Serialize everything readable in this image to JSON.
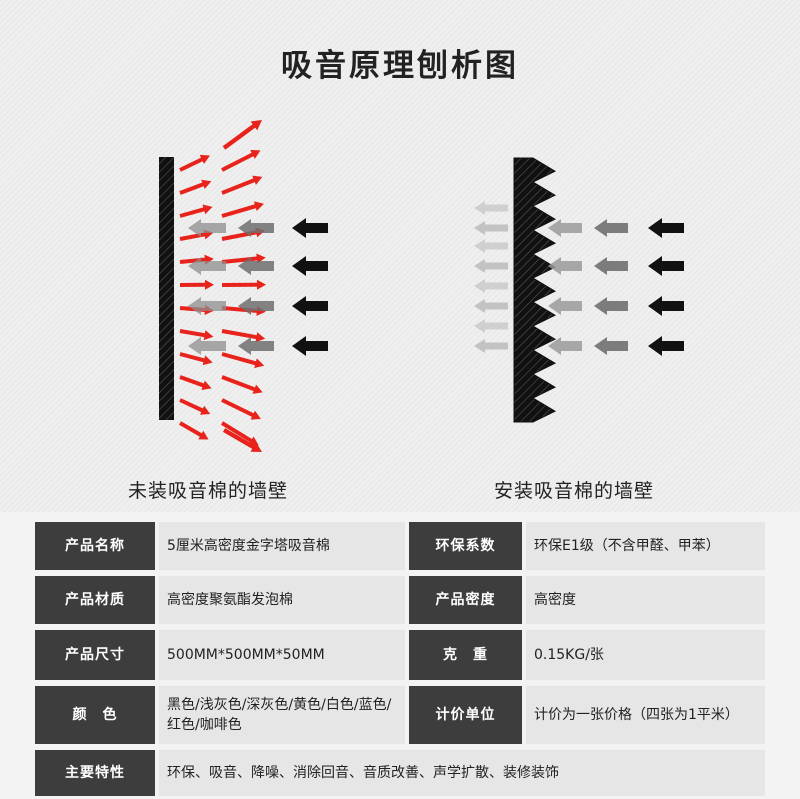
{
  "title": "吸音原理刨析图",
  "captions": {
    "left": "未装吸音棉的墙壁",
    "right": "安装吸音棉的墙壁"
  },
  "colors": {
    "reflected_arrow": "#e8231c",
    "incident_arrow": "#111111",
    "faded_arrow": "#9a9a9a",
    "label_cell": "#3d3d3d",
    "value_cell": "#e6e6e6"
  },
  "specs": {
    "rows": [
      {
        "label1": "产品名称",
        "value1": "5厘米高密度金字塔吸音棉",
        "label2": "环保系数",
        "value2": "环保E1级（不含甲醛、甲苯）"
      },
      {
        "label1": "产品材质",
        "value1": "高密度聚氨酯发泡棉",
        "label2": "产品密度",
        "value2": "高密度"
      },
      {
        "label1": "产品尺寸",
        "value1": "500MM*500MM*50MM",
        "label2": "克　重",
        "value2": "0.15KG/张"
      },
      {
        "label1": "颜　色",
        "value1": "黑色/浅灰色/深灰色/黄色/白色/蓝色/红色/咖啡色",
        "label2": "计价单位",
        "value2": "计价为一张价格（四张为1平米）"
      }
    ],
    "features_label": "主要特性",
    "features_value": "环保、吸音、降噪、消除回音、音质改善、声学扩散、装修装饰"
  }
}
